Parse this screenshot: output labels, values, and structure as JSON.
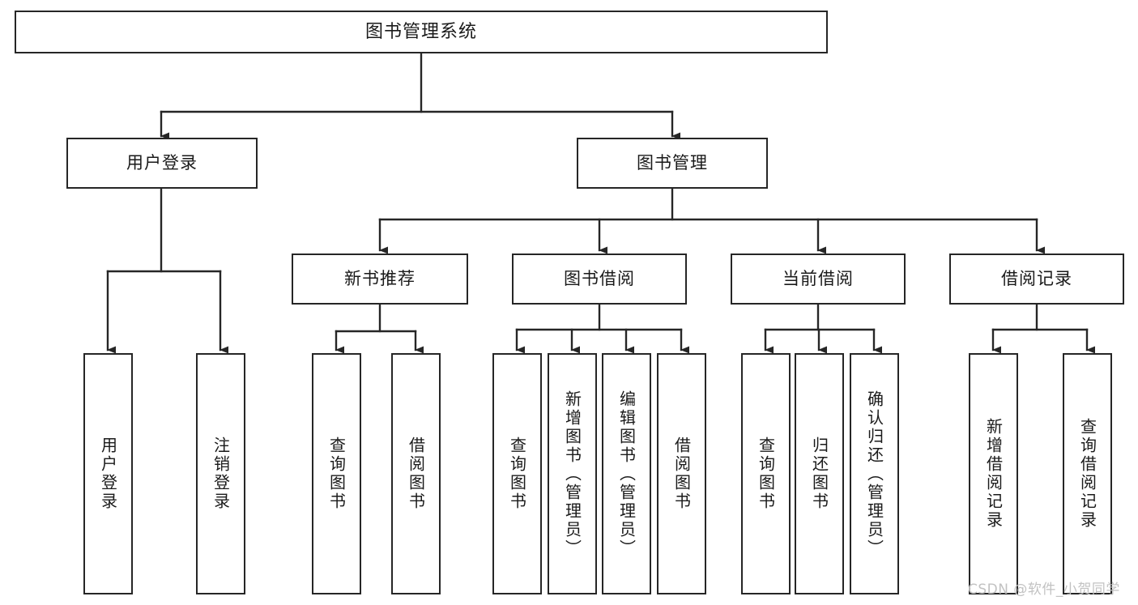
{
  "diagram": {
    "title": "图书管理系统",
    "type": "tree-hierarchy",
    "watermark": "CSDN @软件_小贺同学",
    "colors": {
      "stroke": "#262626",
      "fill": "#ffffff",
      "text": "#1a1a1a",
      "watermark": "#c2c2c2"
    },
    "nodes": {
      "root": {
        "label": "图书管理系统"
      },
      "level2": [
        {
          "id": "user-login",
          "label": "用户登录"
        },
        {
          "id": "book-manage",
          "label": "图书管理"
        }
      ],
      "level3": [
        {
          "id": "new-book-recommend",
          "label": "新书推荐"
        },
        {
          "id": "book-borrow",
          "label": "图书借阅"
        },
        {
          "id": "current-borrow",
          "label": "当前借阅"
        },
        {
          "id": "borrow-record",
          "label": "借阅记录"
        }
      ],
      "leaves": {
        "user-login": [
          {
            "id": "leaf-user-login",
            "label": "用户登录"
          },
          {
            "id": "leaf-user-logout",
            "label": "注销登录"
          }
        ],
        "new-book-recommend": [
          {
            "id": "leaf-query-book-1",
            "label": "查询图书"
          },
          {
            "id": "leaf-borrow-book-1",
            "label": "借阅图书"
          }
        ],
        "book-borrow": [
          {
            "id": "leaf-query-book-2",
            "label": "查询图书"
          },
          {
            "id": "leaf-add-book-admin",
            "label": "新增图书（管理员）"
          },
          {
            "id": "leaf-edit-book-admin",
            "label": "编辑图书（管理员）"
          },
          {
            "id": "leaf-borrow-book-2",
            "label": "借阅图书"
          }
        ],
        "current-borrow": [
          {
            "id": "leaf-query-book-3",
            "label": "查询图书"
          },
          {
            "id": "leaf-return-book",
            "label": "归还图书"
          },
          {
            "id": "leaf-confirm-return-admin",
            "label": "确认归还（管理员）"
          }
        ],
        "borrow-record": [
          {
            "id": "leaf-add-borrow-record",
            "label": "新增借阅记录"
          },
          {
            "id": "leaf-query-borrow-record",
            "label": "查询借阅记录"
          }
        ]
      }
    }
  }
}
